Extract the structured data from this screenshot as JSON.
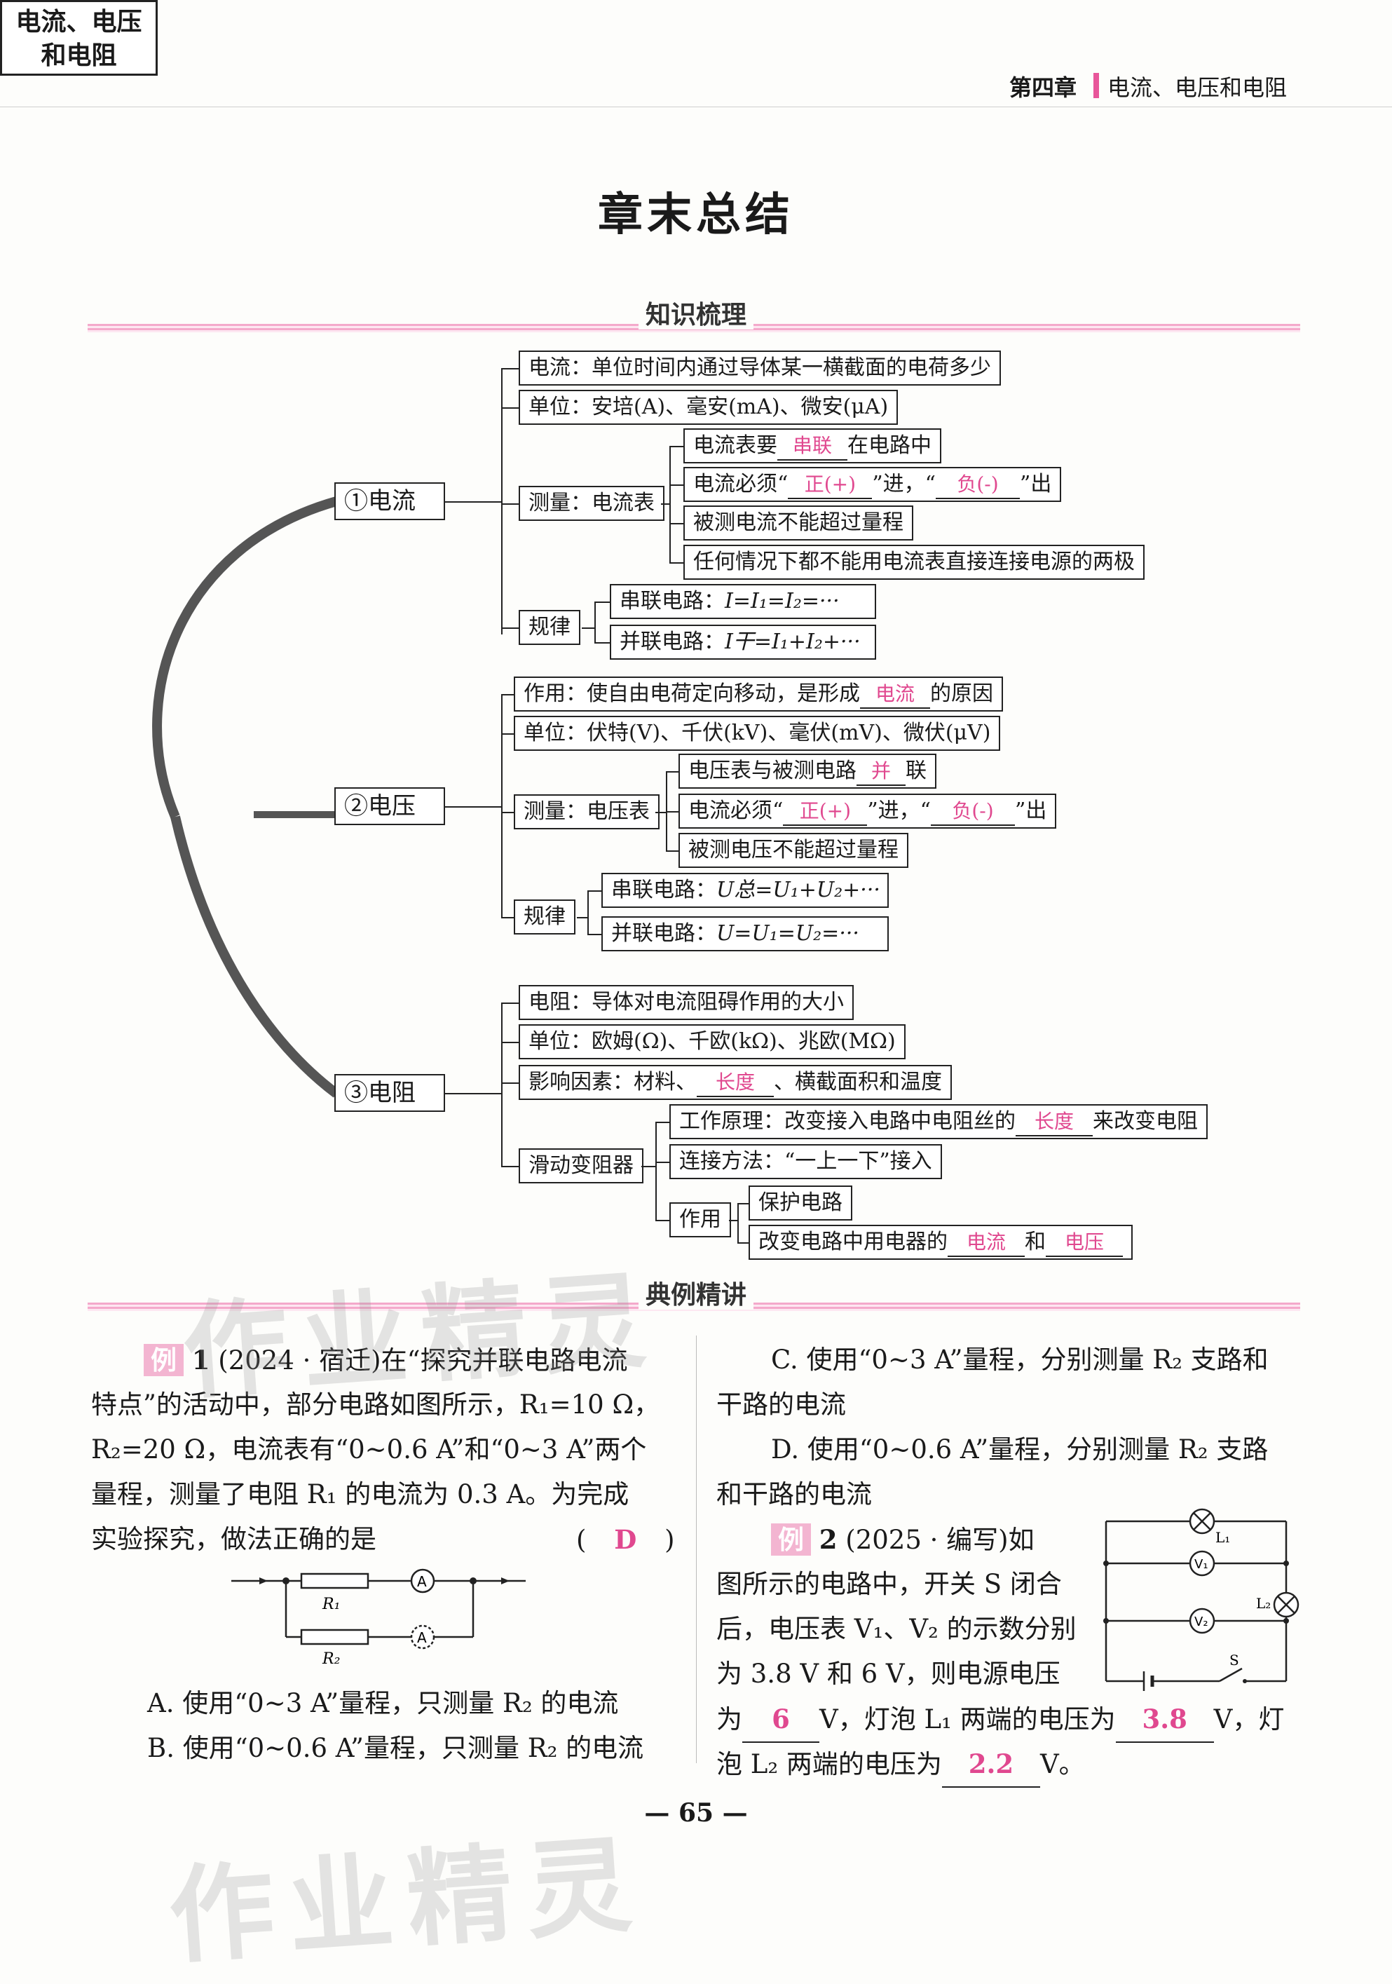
{
  "header": {
    "chapter": "第四章",
    "title": "电流、电压和电阻"
  },
  "page_title": "章末总结",
  "sections": {
    "knowledge": "知识梳理",
    "examples": "典例精讲"
  },
  "mindmap": {
    "root": [
      "电流、电压",
      "和电阻"
    ],
    "current": {
      "label": "①电流",
      "definition": "电流：单位时间内通过导体某一横截面的电荷多少",
      "unit": "单位：安培(A)、毫安(mA)、微安(μA)",
      "measure_label": "测量：电流表",
      "m1_pre": "电流表要",
      "m1_fill": "串联",
      "m1_post": "在电路中",
      "m2_pre": "电流必须“",
      "m2_fill1": "正(+)",
      "m2_mid": "”进，“",
      "m2_fill2": "负(-)",
      "m2_post": "”出",
      "m3": "被测电流不能超过量程",
      "m4": "任何情况下都不能用电流表直接连接电源的两极",
      "law_label": "规律",
      "law_series_pre": "串联电路：",
      "law_series": "I=I₁=I₂=···",
      "law_parallel_pre": "并联电路：",
      "law_parallel": "I干=I₁+I₂+···"
    },
    "voltage": {
      "label": "②电压",
      "role_pre": "作用：使自由电荷定向移动，是形成",
      "role_fill": "电流",
      "role_post": "的原因",
      "unit": "单位：伏特(V)、千伏(kV)、毫伏(mV)、微伏(μV)",
      "measure_label": "测量：电压表",
      "m1_pre": "电压表与被测电路",
      "m1_fill": "并",
      "m1_post": "联",
      "m2_pre": "电流必须“",
      "m2_fill1": "正(+)",
      "m2_mid": "”进，“",
      "m2_fill2": "负(-)",
      "m2_post": "”出",
      "m3": "被测电压不能超过量程",
      "law_label": "规律",
      "law_series_pre": "串联电路：",
      "law_series": "U总=U₁+U₂+···",
      "law_parallel_pre": "并联电路：",
      "law_parallel": "U=U₁=U₂=···"
    },
    "resistance": {
      "label": "③电阻",
      "definition": "电阻：导体对电流阻碍作用的大小",
      "unit": "单位：欧姆(Ω)、千欧(kΩ)、兆欧(MΩ)",
      "factor_pre": "影响因素：材料、",
      "factor_fill": "长度",
      "factor_post": "、横截面积和温度",
      "rheo_label": "滑动变阻器",
      "principle_pre": "工作原理：改变接入电路中电阻丝的",
      "principle_fill": "长度",
      "principle_post": "来改变电阻",
      "connect": "连接方法：“一上一下”接入",
      "use_label": "作用",
      "use1": "保护电路",
      "use2_pre": "改变电路中用电器的",
      "use2_fill1": "电流",
      "use2_mid": "和",
      "use2_fill2": "电压"
    }
  },
  "example1": {
    "tag": "例",
    "num": "1",
    "lines": [
      "(2024 · 宿迁)在“探究并联电路电流",
      "特点”的活动中，部分电路如图所示，R₁=10 Ω，",
      "R₂=20 Ω，电流表有“0~0.6 A”和“0~3 A”两个",
      "量程，测量了电阻 R₁ 的电流为 0.3 A。为完成",
      "实验探究，做法正确的是"
    ],
    "paren_open": "(",
    "answer": "D",
    "paren_close": ")",
    "options": [
      "A. 使用“0~3 A”量程，只测量 R₂ 的电流",
      "B. 使用“0~0.6 A”量程，只测量 R₂ 的电流",
      "C. 使用“0~3 A”量程，分别测量 R₂ 支路和",
      "干路的电流",
      "D. 使用“0~0.6 A”量程，分别测量 R₂ 支路",
      "和干路的电流"
    ],
    "circuit": {
      "r1": "R₁",
      "r2": "R₂",
      "meter": "A"
    }
  },
  "example2": {
    "tag": "例",
    "num": "2",
    "lines": [
      "(2025 · 编写)如",
      "图所示的电路中，开关 S 闭合",
      "后，电压表 V₁、V₂ 的示数分别",
      "为 3.8 V 和 6 V，则电源电压"
    ],
    "l5_pre": "为",
    "ans1": "6",
    "l5_mid": "V，灯泡 L₁ 两端的电压为",
    "ans2": "3.8",
    "l5_post": "V，灯",
    "l6_pre": "泡 L₂ 两端的电压为",
    "ans3": "2.2",
    "l6_post": "V。",
    "circuit": {
      "l1": "L₁",
      "l2": "L₂",
      "v1": "V₁",
      "v2": "V₂",
      "s": "S"
    }
  },
  "page_number": "65",
  "watermark": "作业精灵"
}
